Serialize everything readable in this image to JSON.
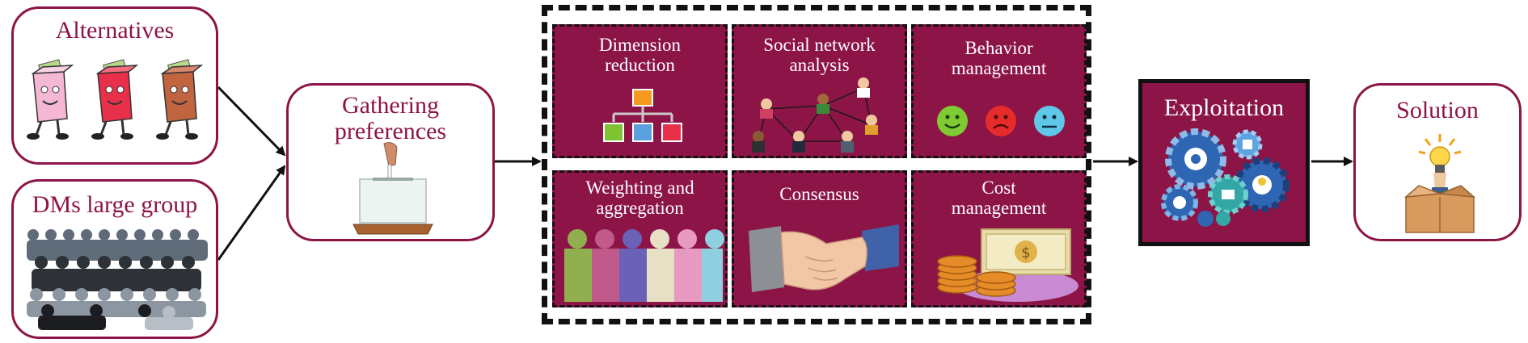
{
  "nodes": {
    "alternatives": "Alternatives",
    "dms": "DMs large group",
    "gathering_line1": "Gathering",
    "gathering_line2": "preferences",
    "exploitation": "Exploitation",
    "solution": "Solution"
  },
  "modules": [
    {
      "line1": "Dimension",
      "line2": "reduction"
    },
    {
      "line1": "Social network",
      "line2": "analysis"
    },
    {
      "line1": "Behavior",
      "line2": "management"
    },
    {
      "line1": "Weighting and",
      "line2": "aggregation"
    },
    {
      "line1": "Consensus",
      "line2": ""
    },
    {
      "line1": "Cost",
      "line2": "management"
    }
  ],
  "colors": {
    "accent": "#8d1446",
    "frame": "#111111",
    "alt_pink": "#f4b8d4",
    "alt_red": "#e8304a",
    "alt_brown": "#c0653f"
  }
}
